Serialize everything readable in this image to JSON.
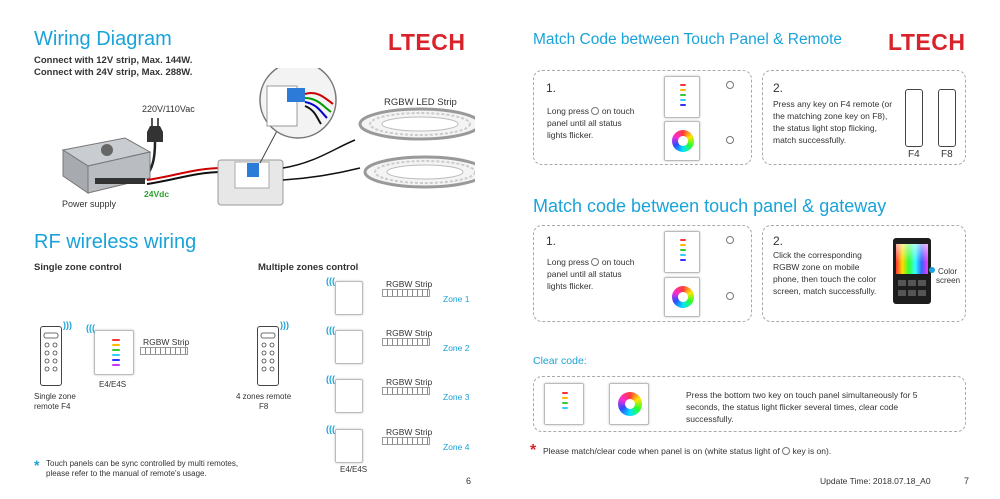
{
  "left": {
    "title": "Wiring Diagram",
    "logo": "LTECH",
    "notes": [
      "Connect with 12V strip, Max. 144W.",
      "Connect with 24V strip, Max. 288W."
    ],
    "mains_label": "220V/110Vac",
    "supply_label": "Power supply",
    "dc_label": "24Vdc",
    "strip_label": "RGBW LED Strip",
    "rf_title": "RF wireless wiring",
    "single": {
      "heading": "Single zone control",
      "strip": "RGBW Strip",
      "panel": "E4/E4S",
      "remote_line1": "Single zone",
      "remote_line2": "remote F4"
    },
    "multi": {
      "heading": "Multiple zones control",
      "remote_line1": "4 zones remote",
      "remote_line2": "F8",
      "panel": "E4/E4S",
      "zones": [
        {
          "strip": "RGBW Strip",
          "zone": "Zone 1"
        },
        {
          "strip": "RGBW Strip",
          "zone": "Zone 2"
        },
        {
          "strip": "RGBW Strip",
          "zone": "Zone 3"
        },
        {
          "strip": "RGBW Strip",
          "zone": "Zone 4"
        }
      ]
    },
    "footnote_line1": "Touch panels can be sync controlled by multi remotes,",
    "footnote_line2": "please refer to the manual of remote's usage.",
    "page": "6"
  },
  "right": {
    "logo": "LTECH",
    "remote_title": "Match Code between Touch Panel & Remote",
    "remote_step1": {
      "num": "1.",
      "line1": "Long press",
      "line2": "on touch",
      "line3": "panel until all status",
      "line4": "lights flicker."
    },
    "remote_step2": {
      "num": "2.",
      "text": "Press any key on F4 remote (or the matching zone key on F8), the status light stop flicking, match successfully.",
      "f4": "F4",
      "f8": "F8"
    },
    "gateway_title": "Match code between touch panel & gateway",
    "gateway_step1": {
      "num": "1.",
      "line1": "Long press",
      "line2": "on touch",
      "line3": "panel until all status",
      "line4": "lights flicker."
    },
    "gateway_step2": {
      "num": "2.",
      "text": "Click the corresponding RGBW zone on mobile phone, then touch the color screen, match successfully.",
      "color_label1": "Color",
      "color_label2": "screen"
    },
    "clear_title": "Clear code:",
    "clear_text": "Press the bottom two key on touch panel simultaneously for 5 seconds, the status light flicker several times, clear code successfully.",
    "note_a": "Please match/clear code when panel is on (white status light of",
    "note_b": "key is on).",
    "update": "Update Time: 2018.07.18_A0",
    "page": "7"
  }
}
